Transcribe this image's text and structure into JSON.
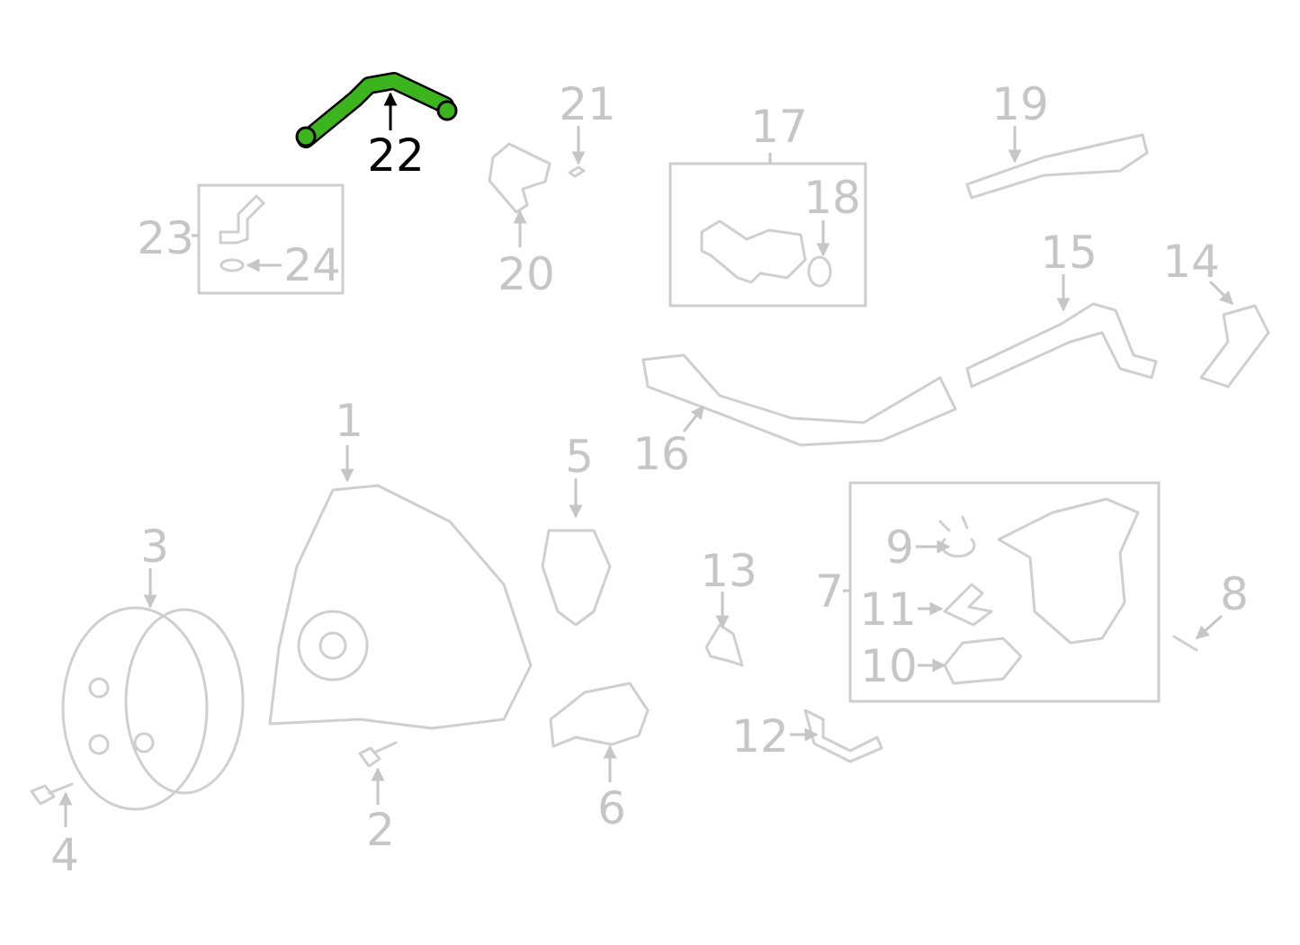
{
  "diagram": {
    "highlight_color": "#3cb41e",
    "highlighted_part": "22",
    "callouts": [
      "22",
      "21",
      "17",
      "19",
      "18",
      "23",
      "24",
      "20",
      "15",
      "14",
      "1",
      "16",
      "5",
      "3",
      "13",
      "9",
      "7",
      "8",
      "11",
      "10",
      "12",
      "6",
      "2",
      "4"
    ]
  }
}
